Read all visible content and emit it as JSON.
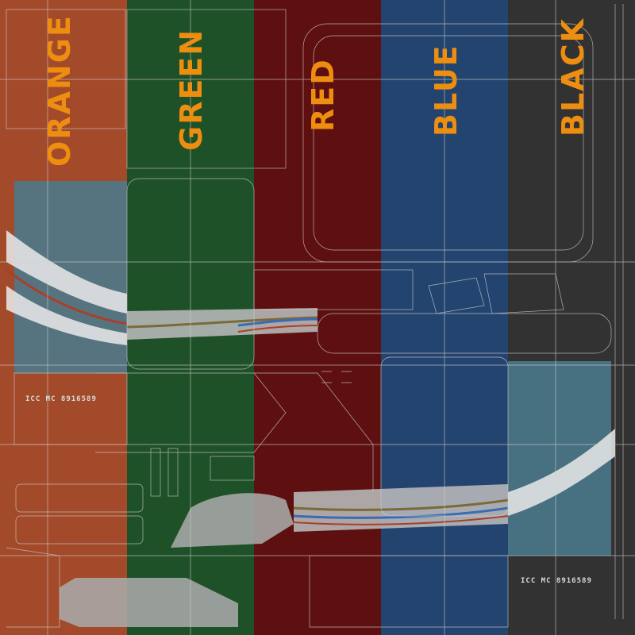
{
  "bands": [
    {
      "label": "ORANGE",
      "color": "#a34a2a"
    },
    {
      "label": "GREEN",
      "color": "#1f5128"
    },
    {
      "label": "RED",
      "color": "#5e1010"
    },
    {
      "label": "BLUE",
      "color": "#244470"
    },
    {
      "label": "BLACK",
      "color": "#323232"
    }
  ],
  "colors": {
    "label": "#ee8e10",
    "panel": "#4a7a8c",
    "stripe_white": "#e8e8e8",
    "stripe_blue": "#3a6bb5",
    "stripe_red": "#a8402a",
    "stripe_gold": "#7a6a3a",
    "wire": "#cfcfcf"
  },
  "icc_left": "ICC MC 8916589",
  "icc_right": "ICC MC 8916589"
}
